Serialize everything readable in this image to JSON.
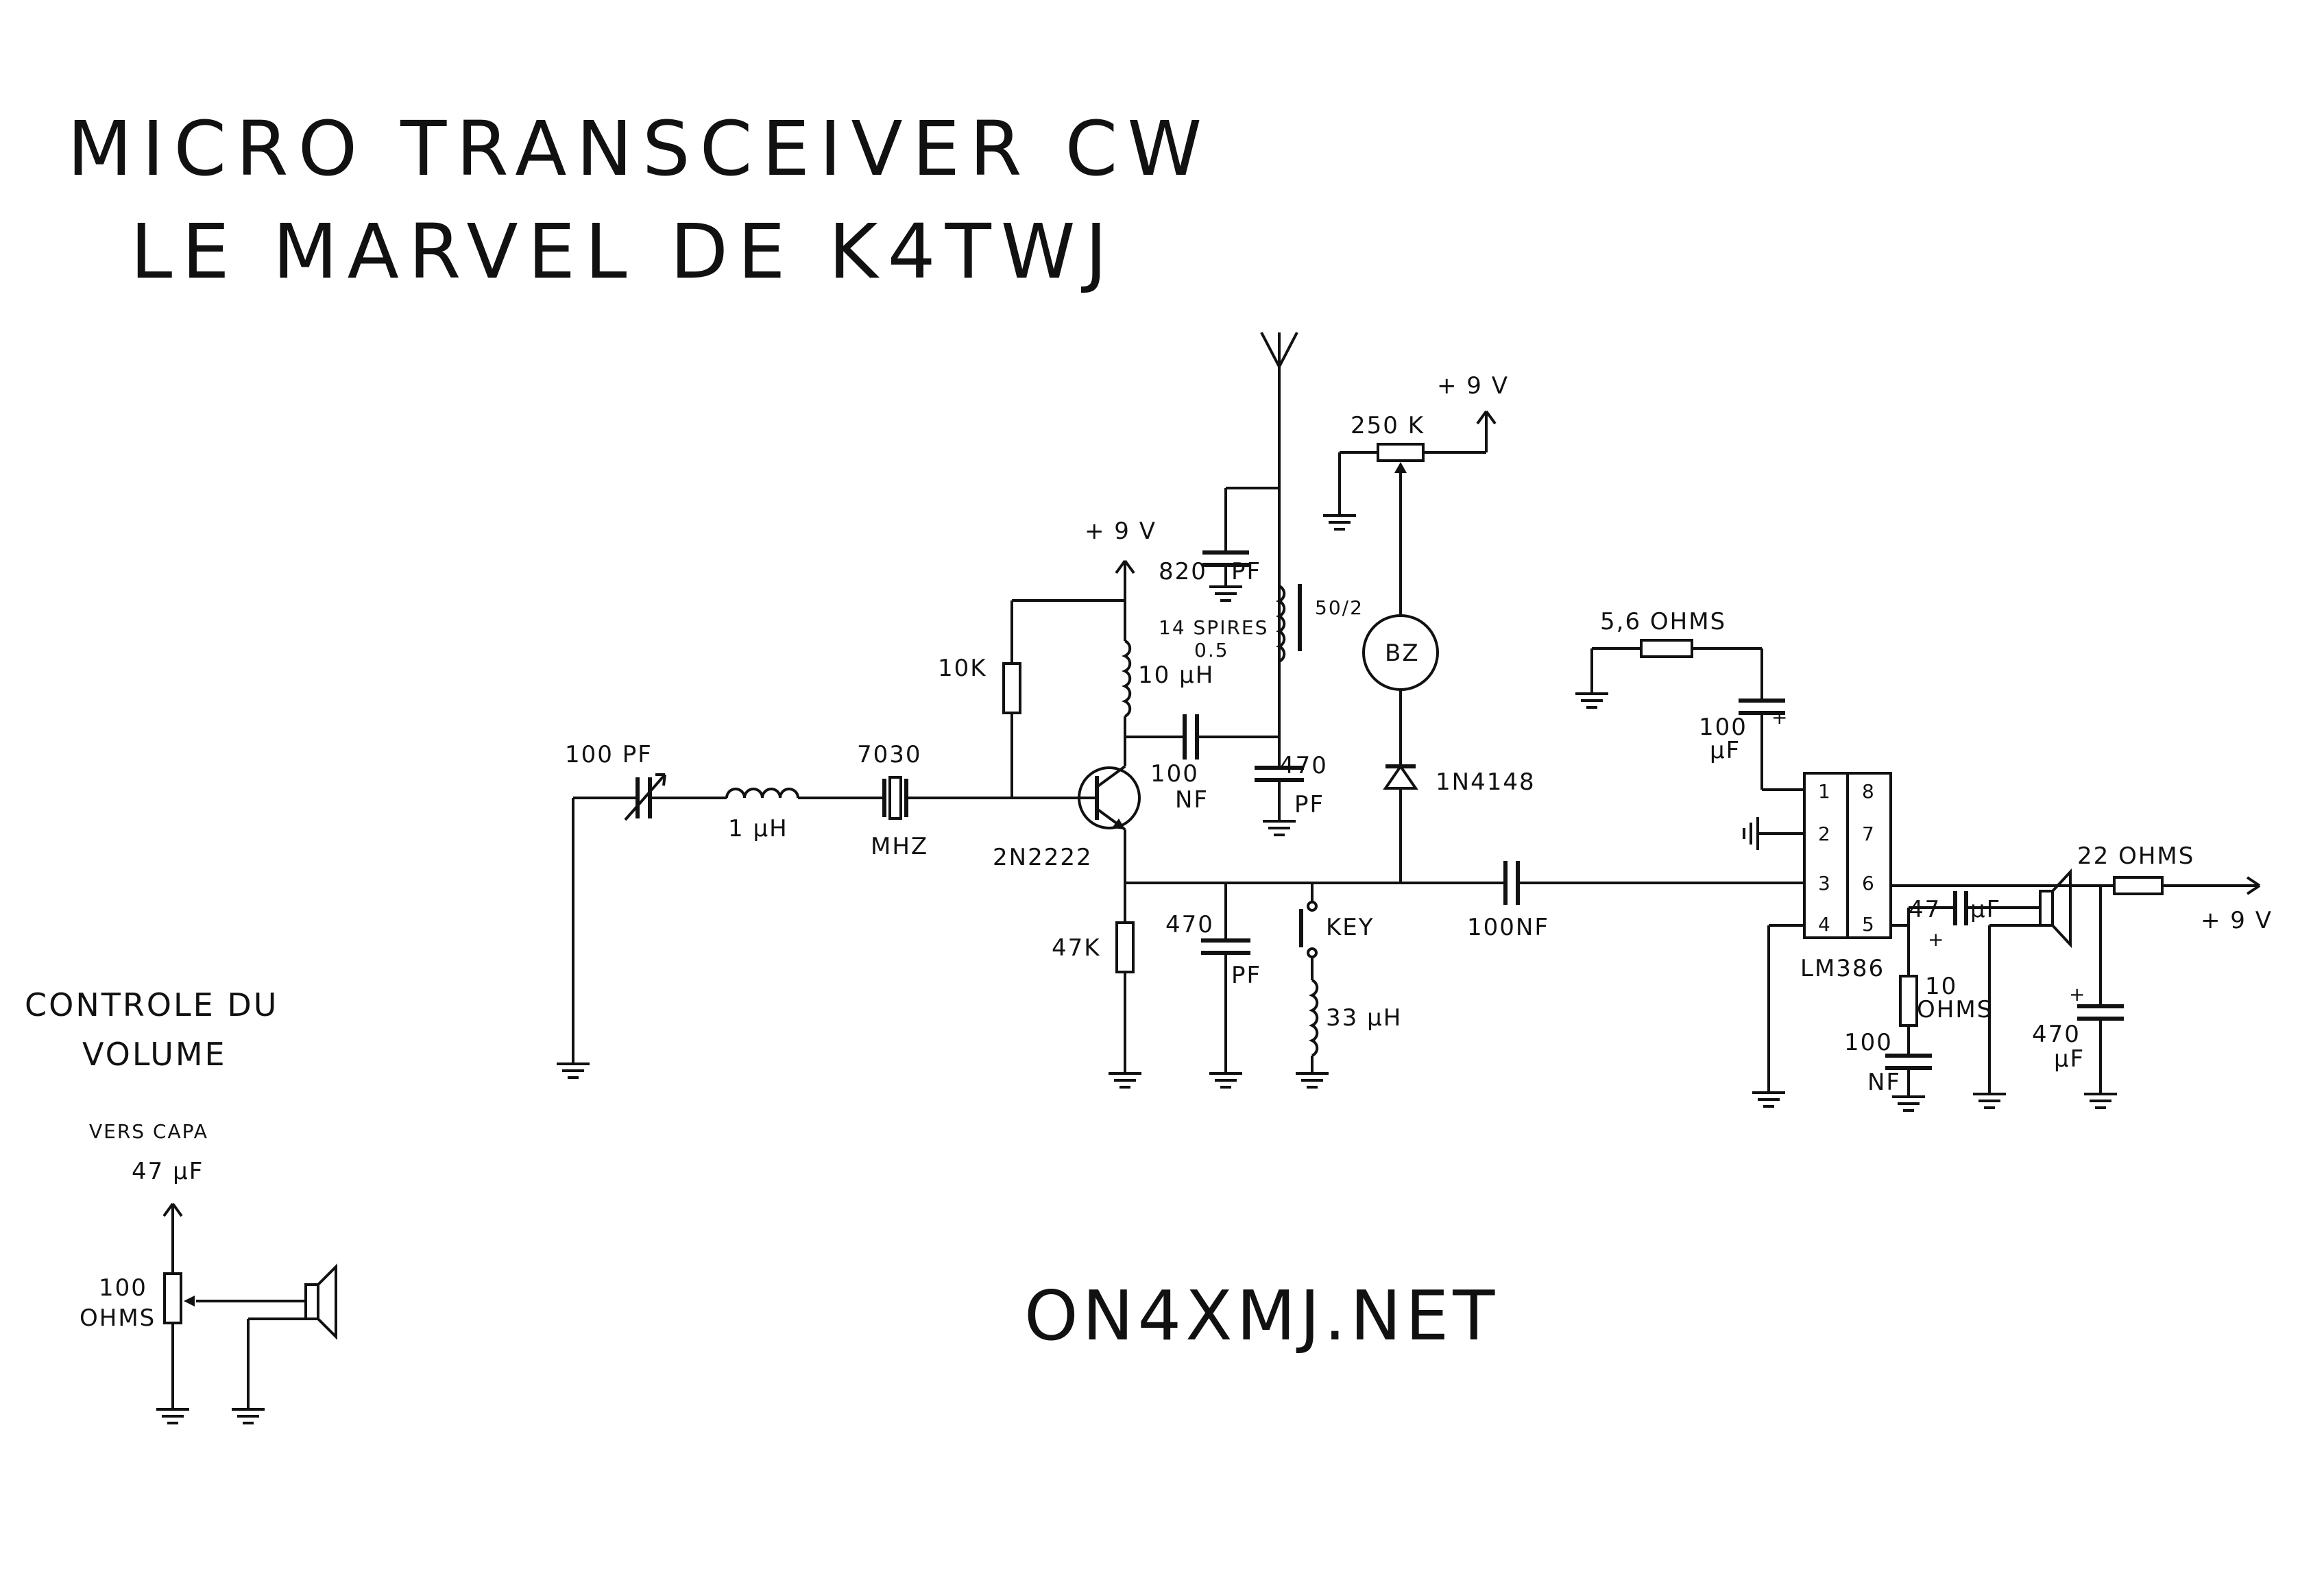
{
  "title": {
    "line1": "MICRO TRANSCEIVER CW",
    "line2": "LE MARVEL DE K4TWJ"
  },
  "website": "ON4XMJ.NET",
  "components": {
    "var_cap": "100 PF",
    "inductor_1uh": "1 µH",
    "crystal_top": "7030",
    "crystal_bottom": "MHZ",
    "transistor": "2N2222",
    "r_10k": "10K",
    "l_10uh": "10 µH",
    "c_100nf_top": "100",
    "c_100nf_bottom": "NF",
    "supply_tx": "+ 9 V",
    "c_820_a": "820",
    "c_820_b": "PF",
    "coil_a": "14 SPIRES",
    "coil_b": "0.5",
    "core": "50/2",
    "c_470_top_a": "470",
    "c_470_top_b": "PF",
    "r_47k": "47K",
    "c_470_low_a": "470",
    "c_470_low_b": "PF",
    "key": "KEY",
    "l_33uh": "33 µH",
    "pot_250k": "250 K",
    "supply_pot": "+ 9 V",
    "buzzer": "BZ",
    "diode": "1N4148",
    "c_100nf_coupling": "100NF",
    "r_5_6": "5,6 OHMS",
    "c_100uf_a": "100",
    "c_100uf_b": "µF",
    "polarity_plus": "+",
    "ic": "LM386",
    "pins": [
      "1",
      "2",
      "3",
      "4",
      "8",
      "7",
      "6",
      "5"
    ],
    "c_47uf": "47",
    "c_47uf_unit": "µF",
    "r_10ohm_a": "10",
    "r_10ohm_b": "OHMS",
    "c_100nf_out_a": "100",
    "c_100nf_out_b": "NF",
    "r_22": "22 OHMS",
    "supply_out": "+ 9 V",
    "c_470uf_a": "470",
    "c_470uf_b": "µF"
  },
  "volume_section": {
    "heading_line1": "CONTROLE DU",
    "heading_line2": "VOLUME",
    "to_cap_line1": "VERS CAPA",
    "to_cap_line2": "47 µF",
    "pot_a": "100",
    "pot_b": "OHMS"
  }
}
